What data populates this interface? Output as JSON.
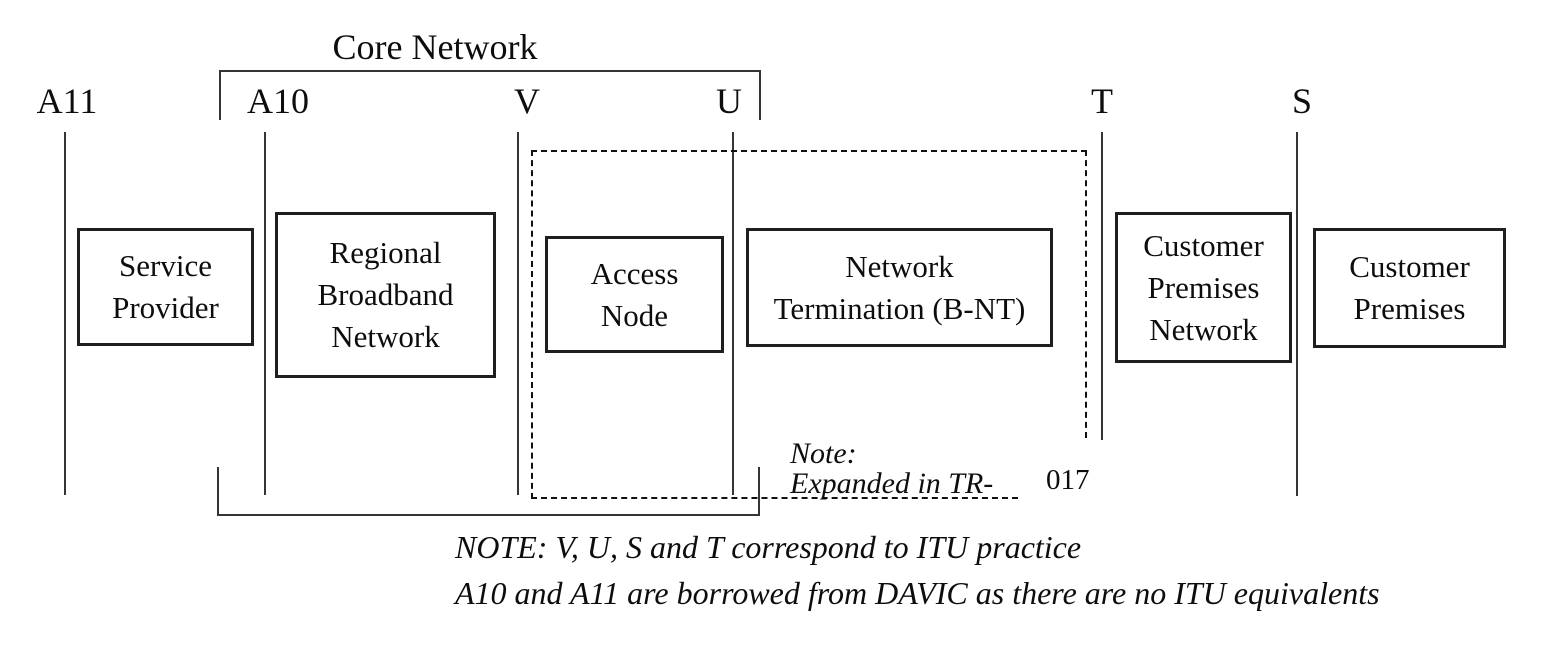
{
  "diagram": {
    "core_network_label": "Core Network",
    "interfaces": {
      "a11": "A11",
      "a10": "A10",
      "v": "V",
      "u": "U",
      "t": "T",
      "s": "S"
    },
    "boxes": {
      "service_provider": {
        "line1": "Service",
        "line2": "Provider"
      },
      "regional_broadband_network": {
        "line1": "Regional",
        "line2": "Broadband",
        "line3": "Network"
      },
      "access_node": {
        "line1": "Access",
        "line2": "Node"
      },
      "network_termination": {
        "line1": "Network",
        "line2": "Termination (B-NT)"
      },
      "customer_premises_network": {
        "line1": "Customer",
        "line2": "Premises",
        "line3": "Network"
      },
      "customer_premises": {
        "line1": "Customer",
        "line2": "Premises"
      }
    },
    "expansion_note": {
      "line1": "Note:",
      "line2": "Expanded in TR-",
      "ref_number": "017"
    },
    "footnote": {
      "line1": "NOTE: V, U, S and T correspond to ITU practice",
      "line2": "A10 and A11 are borrowed from DAVIC as there are no ITU equivalents"
    }
  }
}
